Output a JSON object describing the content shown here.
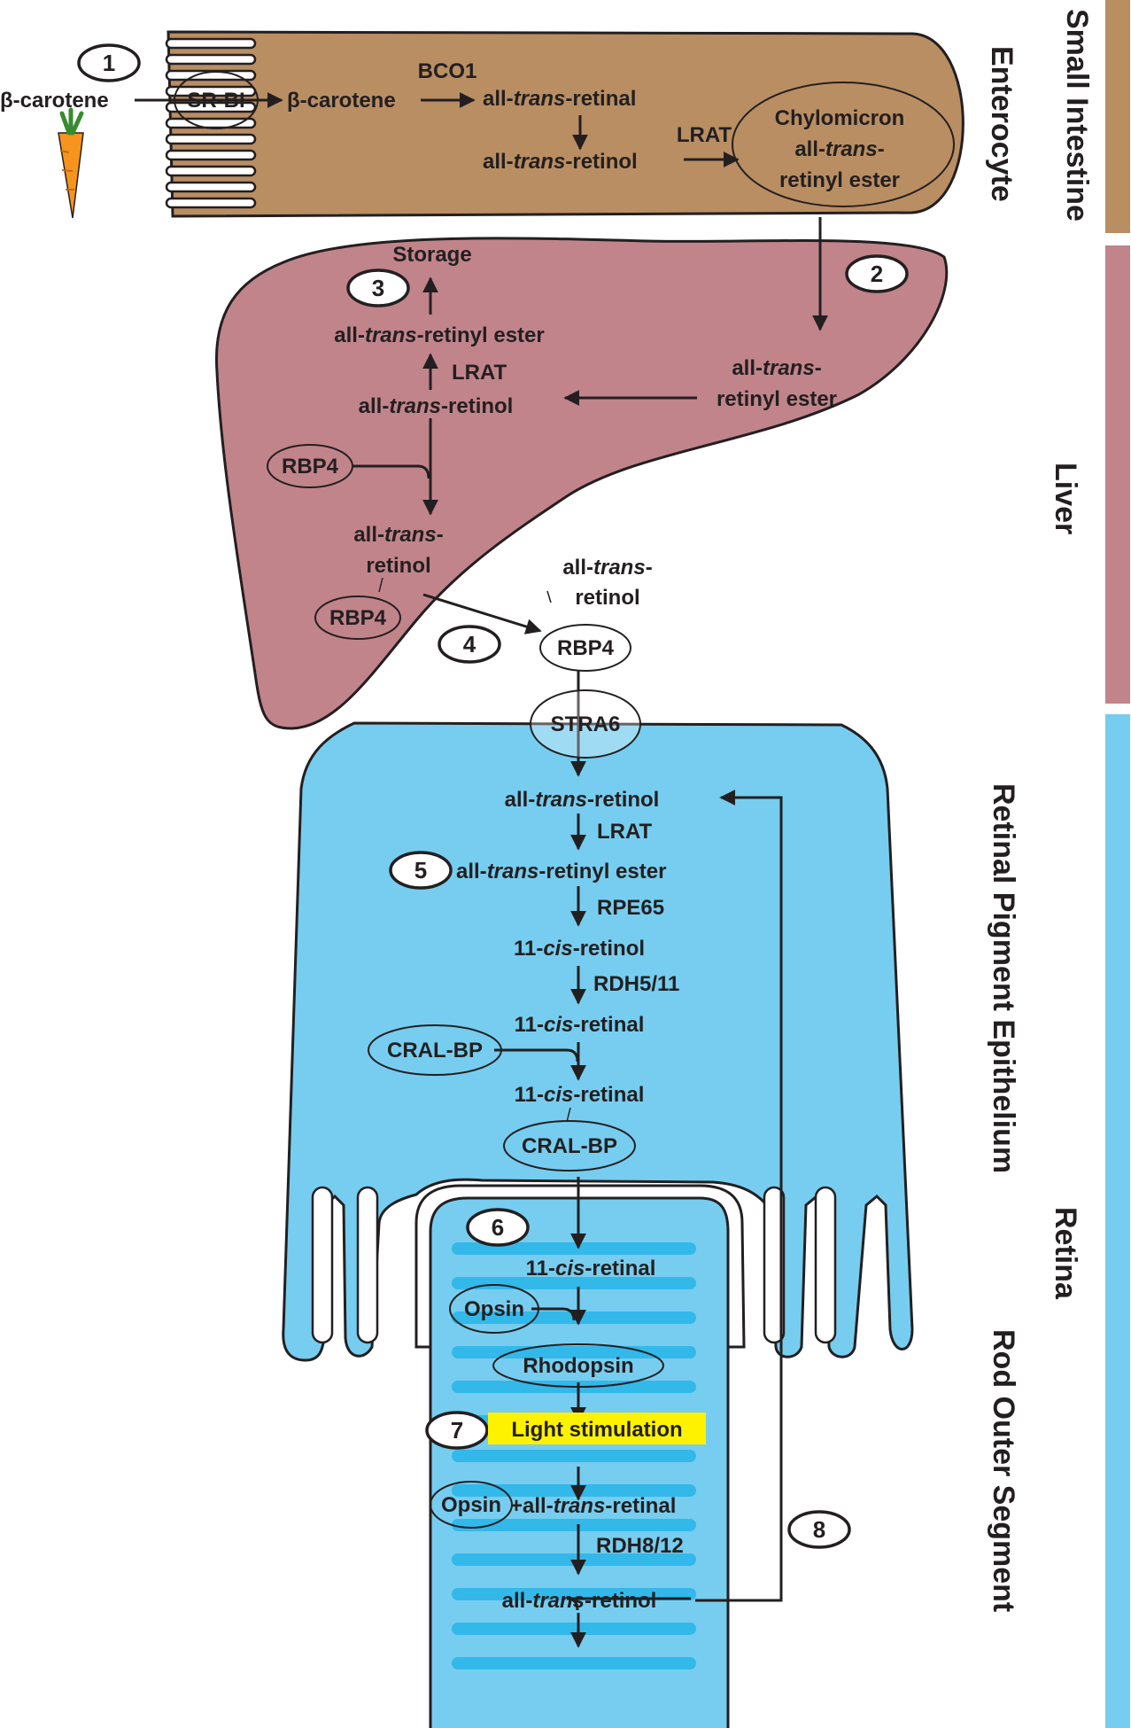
{
  "colors": {
    "intestine": "#b98e62",
    "liver": "#c1848b",
    "retina": "#76cdef",
    "rod_stripe": "#33b8ea",
    "highlight": "#fff200",
    "ink": "#231f20"
  },
  "carrot_icon": "carrot-icon",
  "side_labels": {
    "small_intestine": "Small Intestine",
    "enterocyte": "Enterocyte",
    "liver": "Liver",
    "retina": "Retina",
    "rpe": "Retinal Pigment Epithelium",
    "ros": "Rod Outer Segment"
  },
  "steps": [
    "1",
    "2",
    "3",
    "4",
    "5",
    "6",
    "7",
    "8"
  ],
  "intestine": {
    "b_carotene_outside": "β-carotene",
    "srbi": "SR-BI",
    "b_carotene": "β-carotene",
    "bco1": "BCO1",
    "retinal_pre": "all-",
    "retinal_it": "trans",
    "retinal_post": "-retinal",
    "retinol_pre": "all-",
    "retinol_it": "trans",
    "retinol_post": "-retinol",
    "lrat": "LRAT",
    "chylo1": "Chylomicron",
    "chylo2_pre": "all-",
    "chylo2_it": "trans",
    "chylo2_post": "-",
    "chylo3": "retinyl ester"
  },
  "liver": {
    "storage": "Storage",
    "ester_pre": "all-",
    "ester_it": "trans",
    "ester_post": "-retinyl ester",
    "lrat": "LRAT",
    "retinol_pre": "all-",
    "retinol_it": "trans",
    "retinol_post": "-retinol",
    "in_ester1_pre": "all-",
    "in_ester1_it": "trans",
    "in_ester1_post": "-",
    "in_ester2": "retinyl ester",
    "rbp4_a": "RBP4",
    "retinol2_line1_pre": "all-",
    "retinol2_line1_it": "trans",
    "retinol2_line1_post": "-",
    "retinol2_line2": "retinol",
    "rbp4_b": "RBP4"
  },
  "blood": {
    "line1_pre": "all-",
    "line1_it": "trans",
    "line1_post": "-",
    "line2": "retinol",
    "rbp4": "RBP4",
    "stra6": "STRA6"
  },
  "rpe": {
    "retinol_pre": "all-",
    "retinol_it": "trans",
    "retinol_post": "-retinol",
    "lrat": "LRAT",
    "ester_pre": "all-",
    "ester_it": "trans",
    "ester_post": "-retinyl ester",
    "rpe65": "RPE65",
    "cis_retinol_pre": "11-",
    "cis_retinol_it": "cis",
    "cis_retinol_post": "-retinol",
    "rdh511": "RDH5/11",
    "cis_retinal1_pre": "11-",
    "cis_retinal1_it": "cis",
    "cis_retinal1_post": "-retinal",
    "cralbp_a": "CRAL-BP",
    "cis_retinal2_pre": "11-",
    "cis_retinal2_it": "cis",
    "cis_retinal2_post": "-retinal",
    "cralbp_b": "CRAL-BP"
  },
  "ros": {
    "cis_retinal_pre": "11-",
    "cis_retinal_it": "cis",
    "cis_retinal_post": "-retinal",
    "opsin_a": "Opsin",
    "rhodopsin": "Rhodopsin",
    "light": "Light stimulation",
    "opsin_b": "Opsin",
    "plus_pre": "+all-",
    "plus_it": "trans",
    "plus_post": "-retinal",
    "rdh812": "RDH8/12",
    "retinol_pre": "all-",
    "retinol_it": "trans",
    "retinol_post": "-retinol"
  }
}
